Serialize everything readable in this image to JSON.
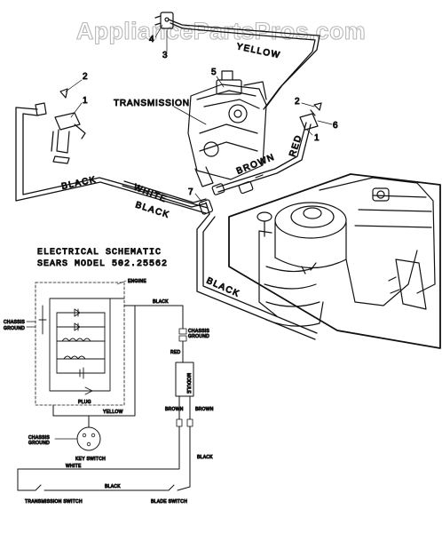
{
  "watermark": "AppliancePartsPros.com",
  "pictorial": {
    "transmission_label": "TRANSMISSION",
    "wire_yellow": "YELLOW",
    "wire_red": "RED",
    "wire_brown": "BROWN",
    "wire_white": "WHITE",
    "wire_black_left": "BLACK",
    "wire_black_bottom": "BLACK",
    "wire_black_engine": "BLACK",
    "callouts": [
      "1",
      "2",
      "3",
      "4",
      "5",
      "6",
      "7",
      "1",
      "2"
    ]
  },
  "schematic": {
    "title_line1": "ELECTRICAL SCHEMATIC",
    "title_line2": "SEARS MODEL 502.25562",
    "engine": "ENGINE",
    "black_top": "BLACK",
    "chassis_ground_left_1": "CHASSIS",
    "chassis_ground_left_2": "GROUND",
    "chassis_ground_mid_1": "CHASSIS",
    "chassis_ground_mid_2": "GROUND",
    "red": "RED",
    "module": "MODULE",
    "plug": "PLUG",
    "yellow": "YELLOW",
    "brown_left": "BROWN",
    "brown_right": "BROWN",
    "chassis_ground_key_1": "CHASSIS",
    "chassis_ground_key_2": "GROUND",
    "key_switch": "KEY SWITCH",
    "white": "WHITE",
    "black_right": "BLACK",
    "black_bottom": "BLACK",
    "transmission_switch": "TRANSMISSION SWITCH",
    "blade_switch": "BLADE SWITCH"
  }
}
